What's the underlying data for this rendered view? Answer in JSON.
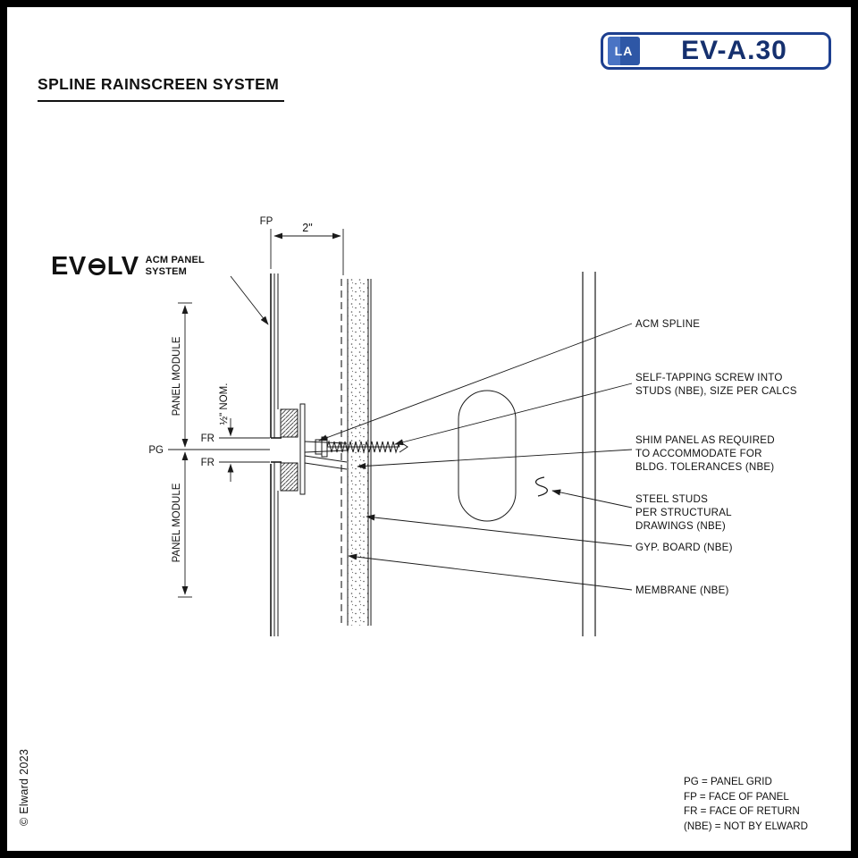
{
  "header": {
    "title": "SPLINE RAINSCREEN SYSTEM"
  },
  "title_block": {
    "sheet_number": "EV-A.30",
    "monogram": "LA"
  },
  "brand": {
    "prefix": "EV",
    "suffix": "LV",
    "subtitle_line1": "ACM PANEL",
    "subtitle_line2": "SYSTEM"
  },
  "dims": {
    "width_2in": "2\"",
    "fp": "FP",
    "pg": "PG",
    "fr": "FR",
    "panel_module": "PANEL MODULE",
    "half_nom": "½\" NOM."
  },
  "callouts": [
    {
      "lines": [
        "ACM SPLINE"
      ]
    },
    {
      "lines": [
        "SELF-TAPPING SCREW INTO",
        "STUDS (NBE), SIZE PER CALCS"
      ]
    },
    {
      "lines": [
        "SHIM PANEL AS REQUIRED",
        "TO ACCOMMODATE FOR",
        "BLDG. TOLERANCES (NBE)"
      ]
    },
    {
      "lines": [
        "STEEL STUDS",
        "PER STRUCTURAL",
        "DRAWINGS (NBE)"
      ]
    },
    {
      "lines": [
        "GYP. BOARD (NBE)"
      ]
    },
    {
      "lines": [
        "MEMBRANE (NBE)"
      ]
    }
  ],
  "legend": {
    "lines": [
      "PG = PANEL GRID",
      "FP = FACE OF PANEL",
      "FR = FACE OF RETURN",
      "(NBE) = NOT BY ELWARD"
    ]
  },
  "copyright": "© Elward 2023",
  "colors": {
    "accent_blue": "#1d3f8f",
    "line": "#1a1a1a"
  }
}
